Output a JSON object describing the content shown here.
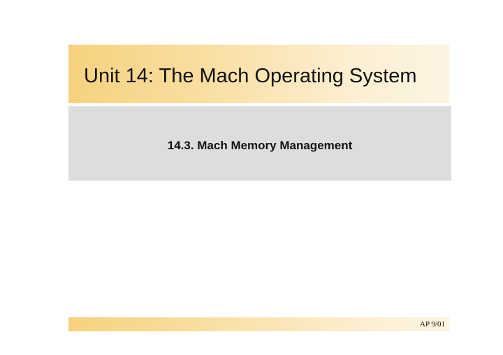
{
  "slide": {
    "title": "Unit 14: The Mach Operating System",
    "subtitle": "14.3. Mach Memory Management",
    "footer": "AP 9/01"
  },
  "colors": {
    "title_band_start": "#f6d27e",
    "title_band_end": "#fdf4e2",
    "content_box": "#dddddd",
    "text": "#111111"
  }
}
